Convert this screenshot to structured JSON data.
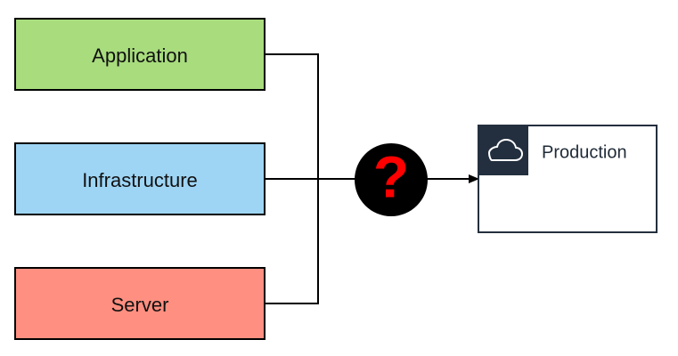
{
  "sources": [
    {
      "label": "Application",
      "color": "#a8dc7d"
    },
    {
      "label": "Infrastructure",
      "color": "#9ed5f5"
    },
    {
      "label": "Server",
      "color": "#ff8f80"
    }
  ],
  "connector": {
    "symbol": "?",
    "symbol_color": "#ff0000",
    "badge_color": "#000000"
  },
  "target": {
    "label": "Production",
    "icon": "cloud-icon",
    "icon_bg_color": "#232f3e"
  }
}
